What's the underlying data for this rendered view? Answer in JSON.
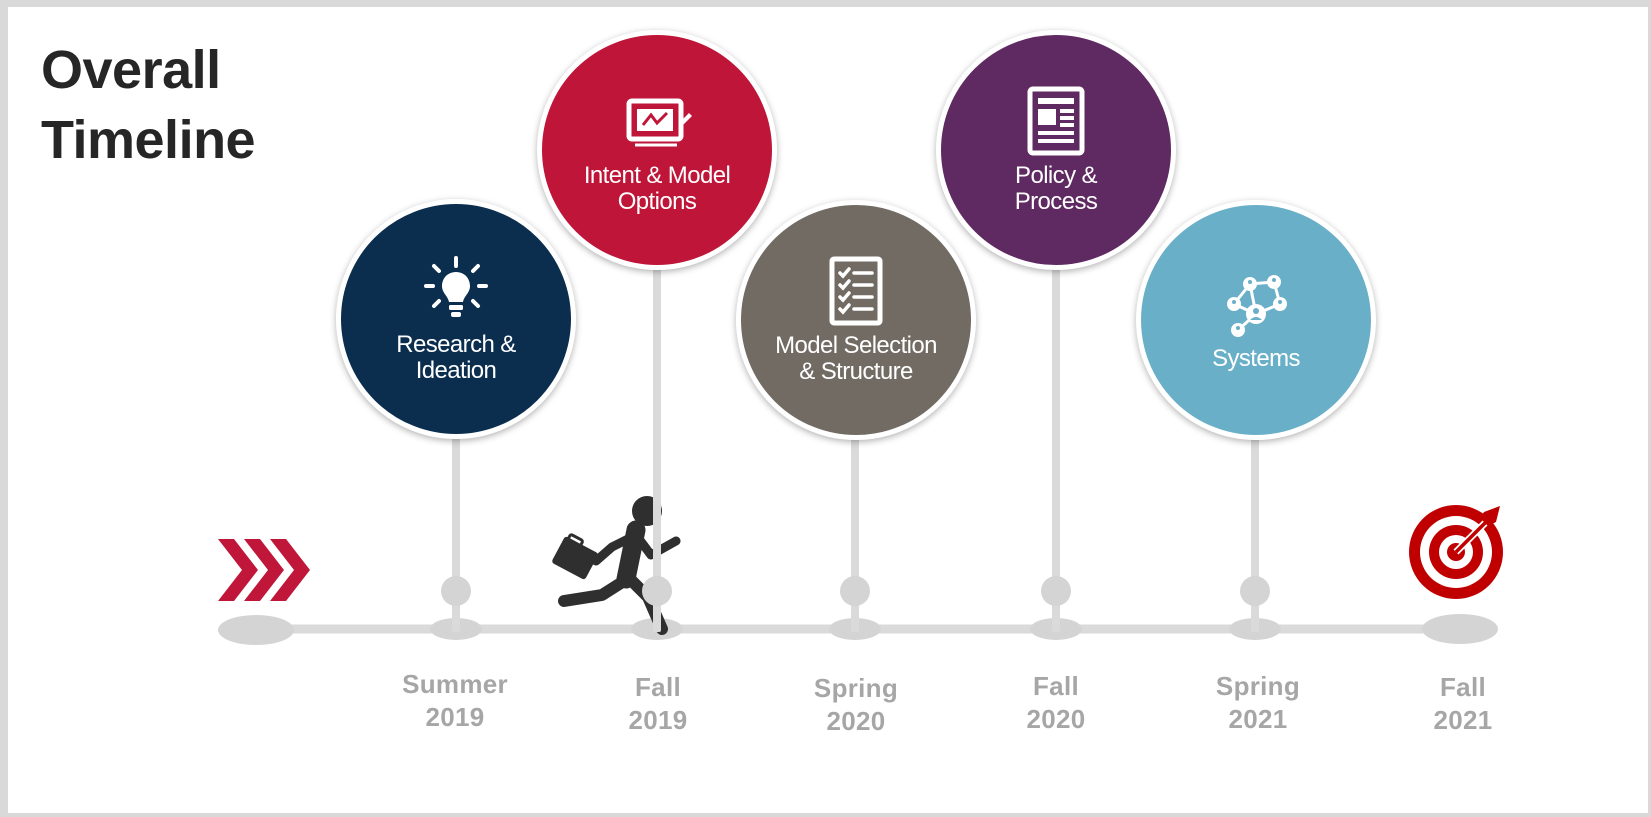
{
  "title": {
    "line1": "Overall",
    "line2": "Timeline"
  },
  "colors": {
    "track": "#dadada",
    "date_text": "#a6a6a6",
    "start_chevrons": "#c0163a",
    "target": "#c00000"
  },
  "milestones": [
    {
      "label": "Research &\nIdeation",
      "date_line1": "Summer",
      "date_line2": "2019",
      "color": "#0b2e4f",
      "icon": "lightbulb-icon"
    },
    {
      "label": "Intent & Model\nOptions",
      "date_line1": "Fall",
      "date_line2": "2019",
      "color": "#be1538",
      "icon": "monitor-chart-icon"
    },
    {
      "label": "Model Selection\n& Structure",
      "date_line1": "Spring",
      "date_line2": "2020",
      "color": "#716b63",
      "icon": "checklist-icon"
    },
    {
      "label": "Policy &\nProcess",
      "date_line1": "Fall",
      "date_line2": "2020",
      "color": "#5f2a62",
      "icon": "newspaper-icon"
    },
    {
      "label": "Systems",
      "date_line1": "Spring",
      "date_line2": "2021",
      "color": "#6aafc8",
      "icon": "network-icon"
    }
  ],
  "end_date": {
    "line1": "Fall",
    "line2": "2021"
  },
  "icons": {
    "start": "triple-chevron-icon",
    "runner": "running-businessman-icon",
    "end": "target-icon"
  }
}
